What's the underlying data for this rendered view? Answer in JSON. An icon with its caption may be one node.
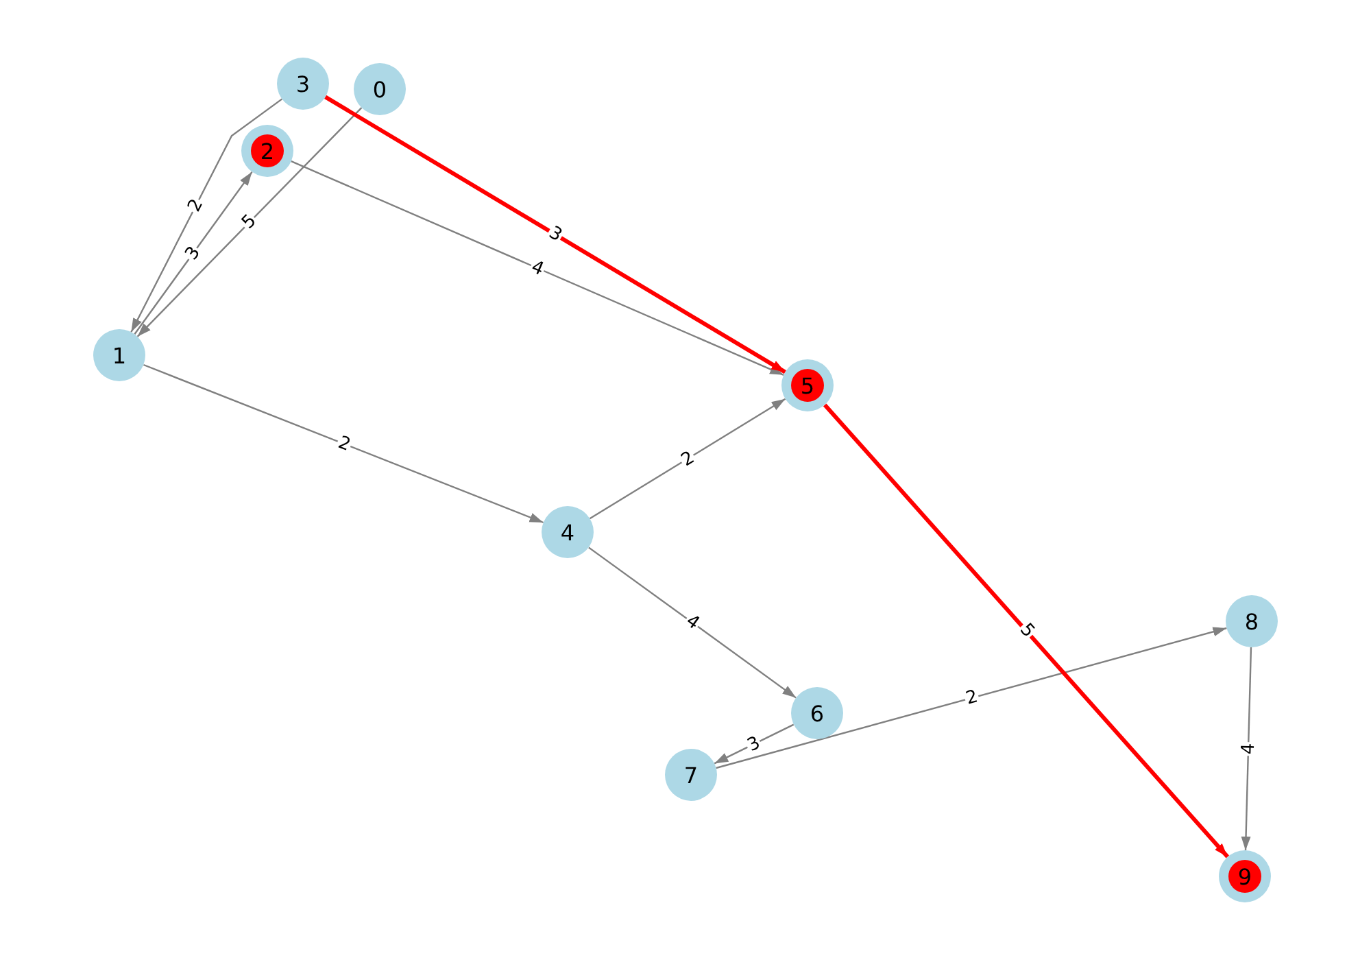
{
  "diagram": {
    "nodes": [
      {
        "text": [
          "3"
        ]
      },
      {
        "text": [
          "0"
        ]
      },
      {
        "text": [],
        "shape": "circle"
      },
      {
        "text": [
          "2"
        ],
        "in": 2
      },
      {
        "text": [
          "1"
        ]
      },
      {
        "text": [],
        "shape": "circle"
      },
      {
        "text": [
          "5"
        ],
        "in": 5
      },
      {
        "text": [
          "4"
        ]
      },
      {
        "text": [
          "8"
        ]
      },
      {
        "text": [
          "6"
        ]
      },
      {
        "text": [
          "7"
        ]
      },
      {
        "text": [],
        "shape": "circle"
      },
      {
        "text": [
          "9"
        ],
        "in": 11
      }
    ],
    "edges": [
      {
        "from": 1,
        "to": 4,
        "arrow": "to",
        "label": "5"
      },
      {
        "from": 0,
        "to": 4,
        "arrow": "to",
        "label": "2"
      },
      {
        "from": 4,
        "to": 2,
        "arrow": "to",
        "label": "3"
      },
      {
        "from": 2,
        "to": 5,
        "arrow": "to",
        "label": "4"
      },
      {
        "from": 0,
        "to": 5,
        "arrow": "to",
        "label": "3",
        "style": "thick",
        "color": "#ff0000"
      },
      {
        "from": 4,
        "to": 7,
        "arrow": "to",
        "label": "2"
      },
      {
        "from": 7,
        "to": 5,
        "arrow": "to",
        "label": "2"
      },
      {
        "from": 7,
        "to": 9,
        "arrow": "to",
        "label": "4"
      },
      {
        "from": 9,
        "to": 10,
        "arrow": "to",
        "label": "3"
      },
      {
        "from": 10,
        "to": 8,
        "arrow": "to",
        "label": "2"
      },
      {
        "from": 8,
        "to": 11,
        "arrow": "to",
        "label": "4"
      },
      {
        "from": 5,
        "to": 11,
        "arrow": "to",
        "label": "5",
        "style": "thick",
        "color": "#ff0000"
      }
    ]
  }
}
